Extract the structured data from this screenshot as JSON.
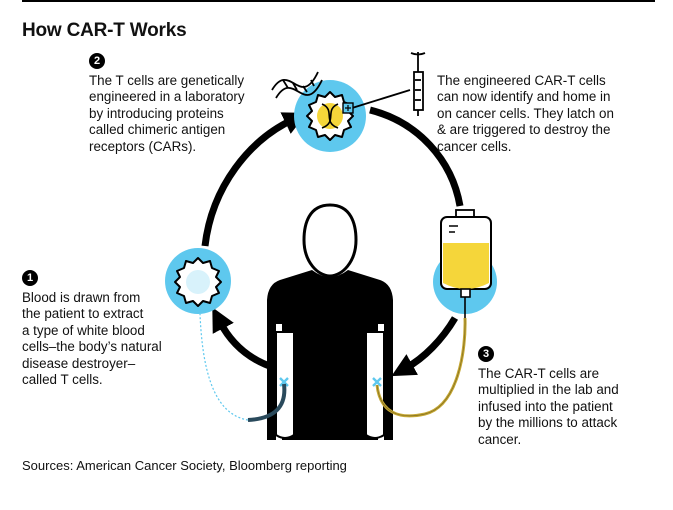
{
  "title": "How CAR-T Works",
  "step1": {
    "number": "1",
    "lines": [
      "Blood is drawn from",
      "the patient to extract",
      "a type of white blood",
      "cells–the body’s natural",
      "disease destroyer–",
      "called T cells."
    ]
  },
  "step2": {
    "number": "2",
    "lines": [
      "The T cells are genetically",
      "engineered in a laboratory",
      "by introducing proteins",
      "called chimeric antigen",
      "receptors (CARs)."
    ]
  },
  "step3": {
    "number": "3",
    "lines": [
      "The CAR-T cells are",
      "multiplied in the lab and",
      "infused into the patient",
      "by the millions to attack",
      "cancer."
    ]
  },
  "engineered_note": {
    "lines": [
      "The engineered CAR-T cells",
      "can now identify and home in",
      "on cancer cells. They latch on",
      "& are triggered to destroy the",
      "cancer cells."
    ]
  },
  "source": "Sources: American Cancer Society, Bloomberg reporting",
  "colors": {
    "accent_blue": "#5ec8ee",
    "pale_blue": "#d8f2fb",
    "yellow": "#f5d63a",
    "iv_tube": "#c4a632",
    "blood_tube": "#2a4a5c",
    "ink": "#000000"
  }
}
